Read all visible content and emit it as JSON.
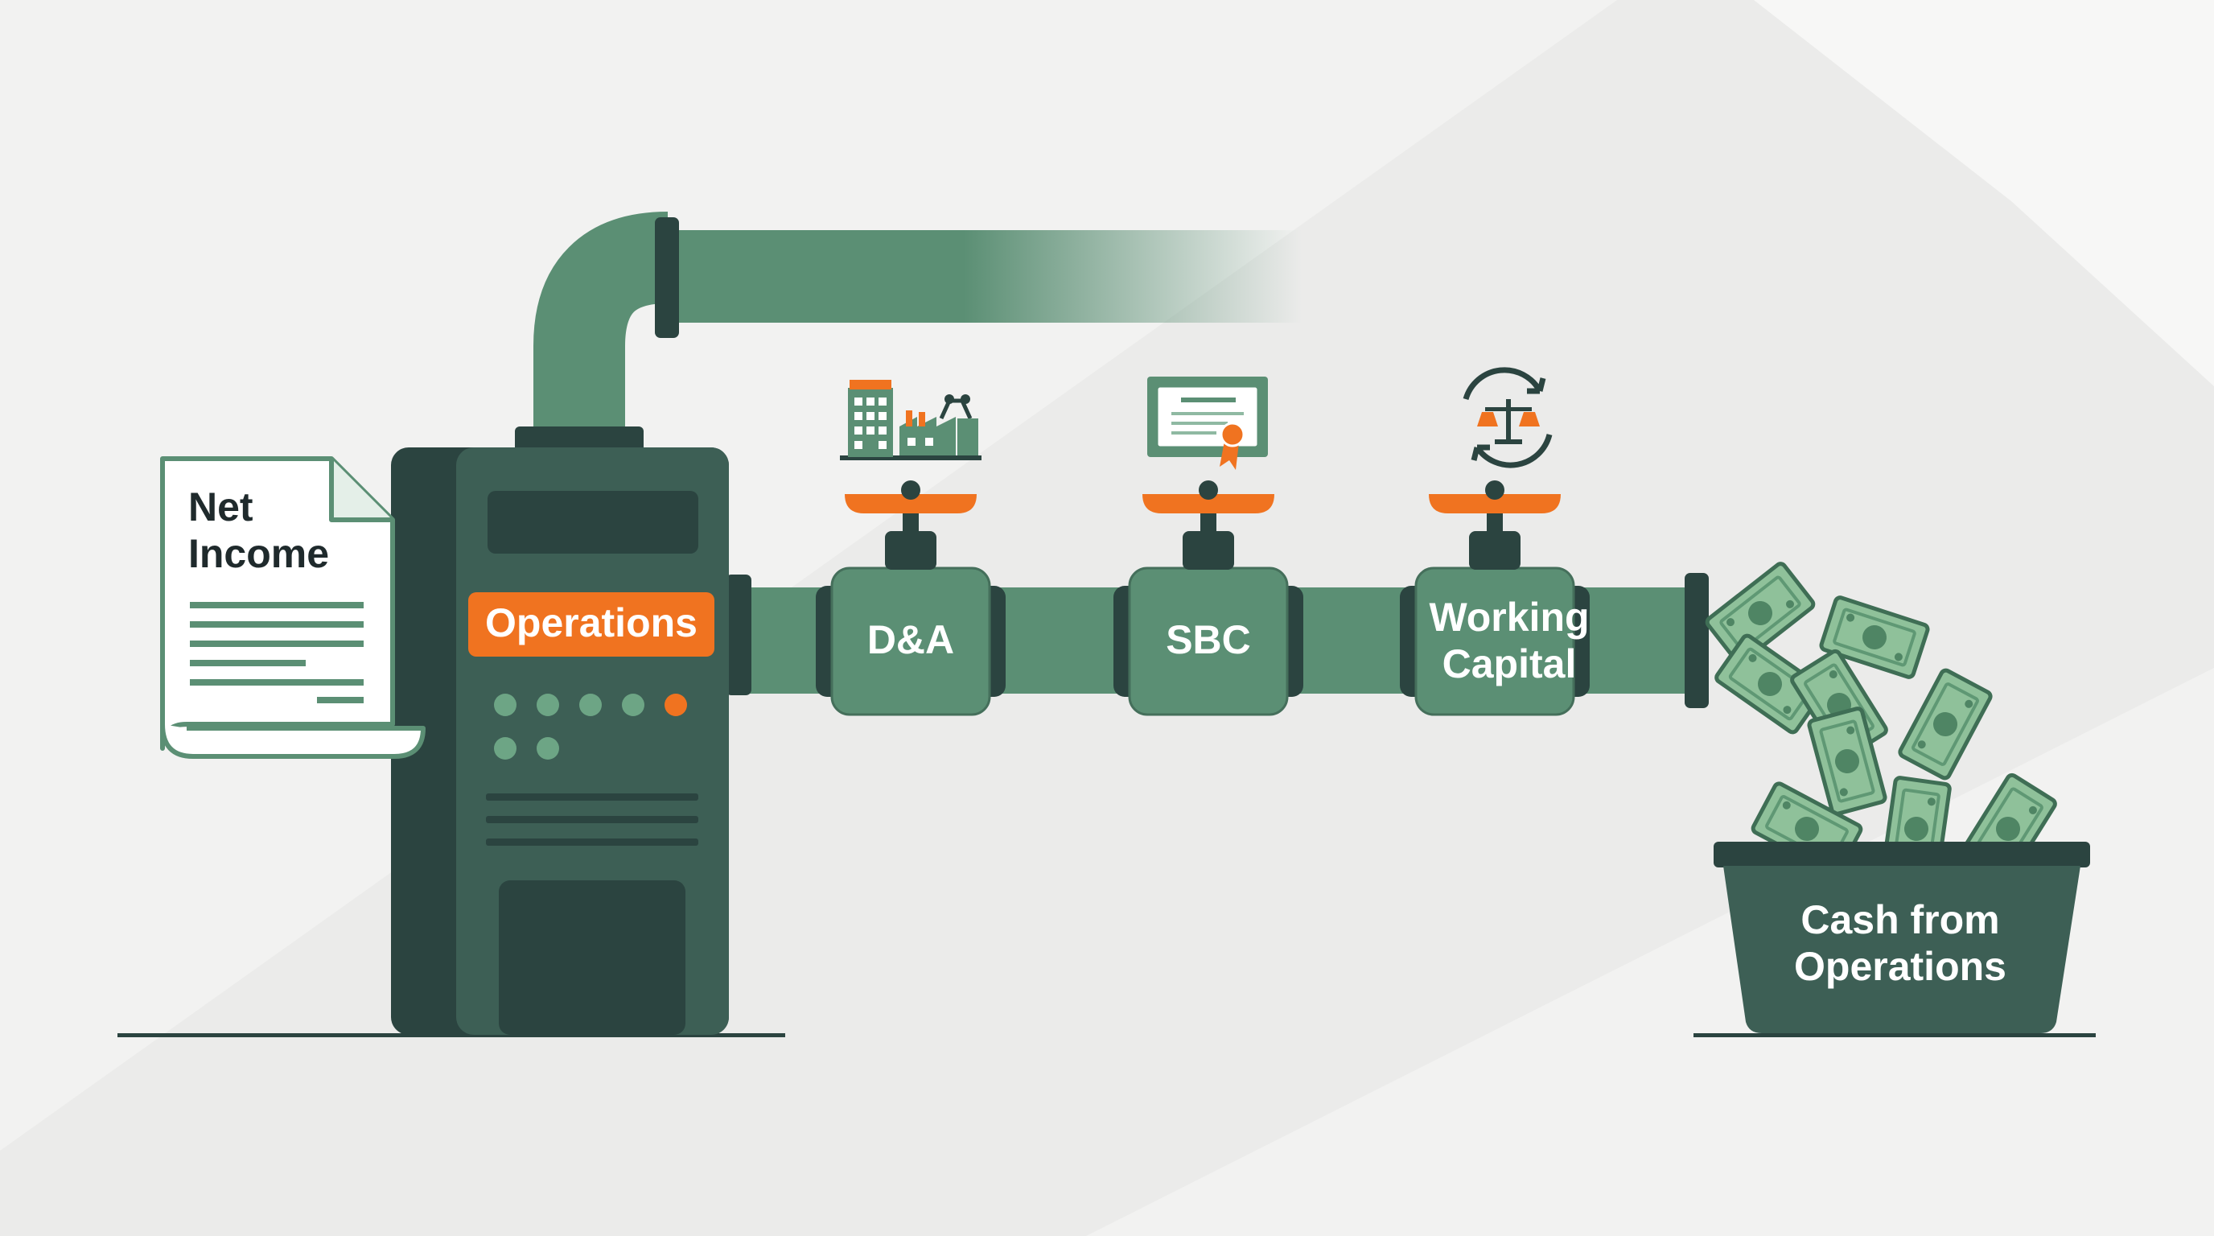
{
  "colors": {
    "background": "#f2f2f1",
    "pipe_green": "#5b8f74",
    "dark_slate": "#2b4440",
    "machine_panel": "#3d5f55",
    "accent_orange": "#f07320",
    "money_green": "#8fc19a",
    "paper": "#ffffff"
  },
  "document": {
    "title_line1": "Net",
    "title_line2": "Income"
  },
  "machine": {
    "label": "Operations"
  },
  "valves": [
    {
      "label_line1": "D&A",
      "label_line2": "",
      "icon": "factory-buildings-icon"
    },
    {
      "label_line1": "SBC",
      "label_line2": "",
      "icon": "certificate-icon"
    },
    {
      "label_line1": "Working",
      "label_line2": "Capital",
      "icon": "scale-cycle-icon"
    }
  ],
  "bin": {
    "label_line1": "Cash from",
    "label_line2": "Operations"
  },
  "money_icon": "dollar-bill-icon"
}
